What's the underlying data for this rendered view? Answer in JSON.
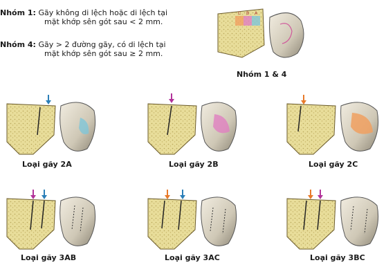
{
  "groups": [
    {
      "label": "Nhóm 1:",
      "line1": "Gãy không di lệch hoặc di lệch tại",
      "line2": "mặt khớp sên gót sau < 2 mm."
    },
    {
      "label": "Nhóm 4:",
      "line1": "Gãy > 2 đường gãy, có di lệch tại",
      "line2": "mặt khớp sên gót sau ≥ 2 mm."
    }
  ],
  "caption_top": "Nhóm 1 & 4",
  "column_letters": [
    "C",
    "B",
    "A"
  ],
  "types": [
    {
      "label": "Loại gãy 2A",
      "arrows": [
        "#2b7fb8"
      ],
      "accent": "#7fc6d8"
    },
    {
      "label": "Loại gãy 2B",
      "arrows": [
        "#b2339a"
      ],
      "accent": "#e07fc0"
    },
    {
      "label": "Loại gãy 2C",
      "arrows": [
        "#e87a2a"
      ],
      "accent": "#f0a060"
    },
    {
      "label": "Loại gãy 3AB",
      "arrows": [
        "#b2339a",
        "#2b7fb8"
      ],
      "accent": ""
    },
    {
      "label": "Loại gãy 3AC",
      "arrows": [
        "#e87a2a",
        "#2b7fb8"
      ],
      "accent": ""
    },
    {
      "label": "Loại gãy 3BC",
      "arrows": [
        "#e87a2a",
        "#b2339a"
      ],
      "accent": ""
    }
  ]
}
